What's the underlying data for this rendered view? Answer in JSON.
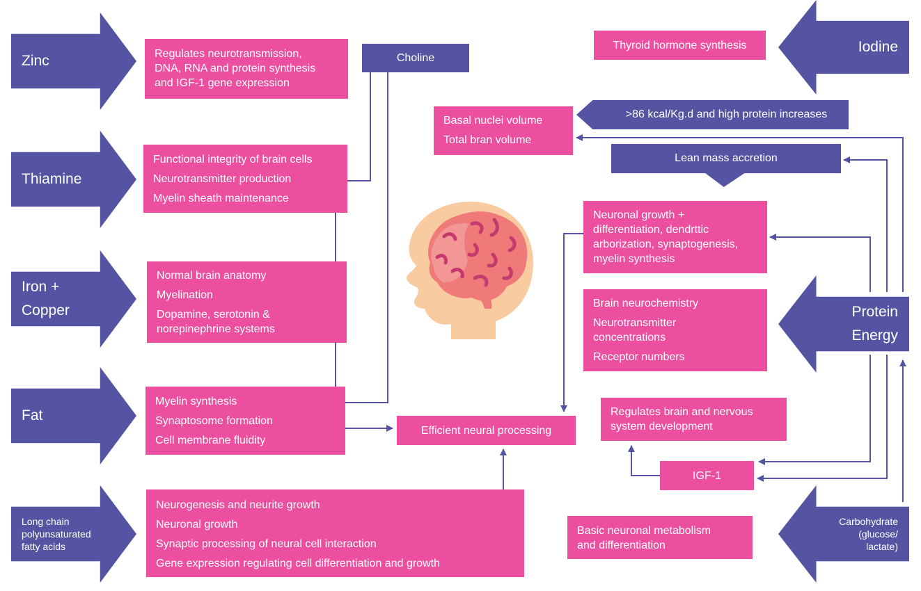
{
  "nutrients": {
    "zinc": "Zinc",
    "thiamine": "Thiamine",
    "iron_copper": "Iron +\nCopper",
    "fat": "Fat",
    "lcpufa": "Long chain\npolyunsaturated\nfatty acids",
    "iodine": "Iodine",
    "protein_energy": "Protein\nEnergy",
    "carbohydrate": "Carbohydrate\n(glucose/\nlactate)"
  },
  "choline": "Choline",
  "zinc_effects": [
    "Regulates neurotransmission,",
    "DNA, RNA and protein synthesis",
    "and IGF-1 gene expression"
  ],
  "thiamine_effects": [
    "Functional integrity of brain cells",
    "Neurotransmitter production",
    "Myelin sheath maintenance"
  ],
  "iron_effects": [
    "Normal brain anatomy",
    "Myelination",
    "Dopamine, serotonin &",
    "norepinephrine systems"
  ],
  "fat_effects": [
    "Myelin synthesis",
    "Synaptosome formation",
    "Cell membrane fluidity"
  ],
  "lcpufa_effects": [
    "Neurogenesis and neurite growth",
    "Neuronal growth",
    "Synaptic processing of neural cell interaction",
    "Gene expression regulating cell differentiation and growth"
  ],
  "efficient_processing": "Efficient neural processing",
  "thyroid": "Thyroid hormone synthesis",
  "basal_effects": [
    "Basal nuclei volume",
    "Total bran volume"
  ],
  "kcal_note": ">86 kcal/Kg.d and high protein increases",
  "lean_mass": "Lean mass accretion",
  "neuronal_growth": [
    "Neuronal growth +",
    "differentiation, dendrttic",
    "arborization, synaptogenesis,",
    "myelin synthesis"
  ],
  "neurochem": [
    "Brain neurochemistry",
    "Neurotransmitter",
    "concentrations",
    "Receptor numbers"
  ],
  "regulates_brain": [
    "Regulates brain and nervous",
    "system development"
  ],
  "igf1": "IGF-1",
  "basic_metabolism": [
    "Basic neuronal metabolism",
    "and differentiation"
  ],
  "colors": {
    "purple": "#5454a2",
    "pink": "#ec4f9f",
    "skin": "#f9cba0",
    "brain": "#f07a7a",
    "brain_dark": "#c43a6c"
  },
  "icons": {
    "child_head": "baby-head-with-brain-icon"
  }
}
